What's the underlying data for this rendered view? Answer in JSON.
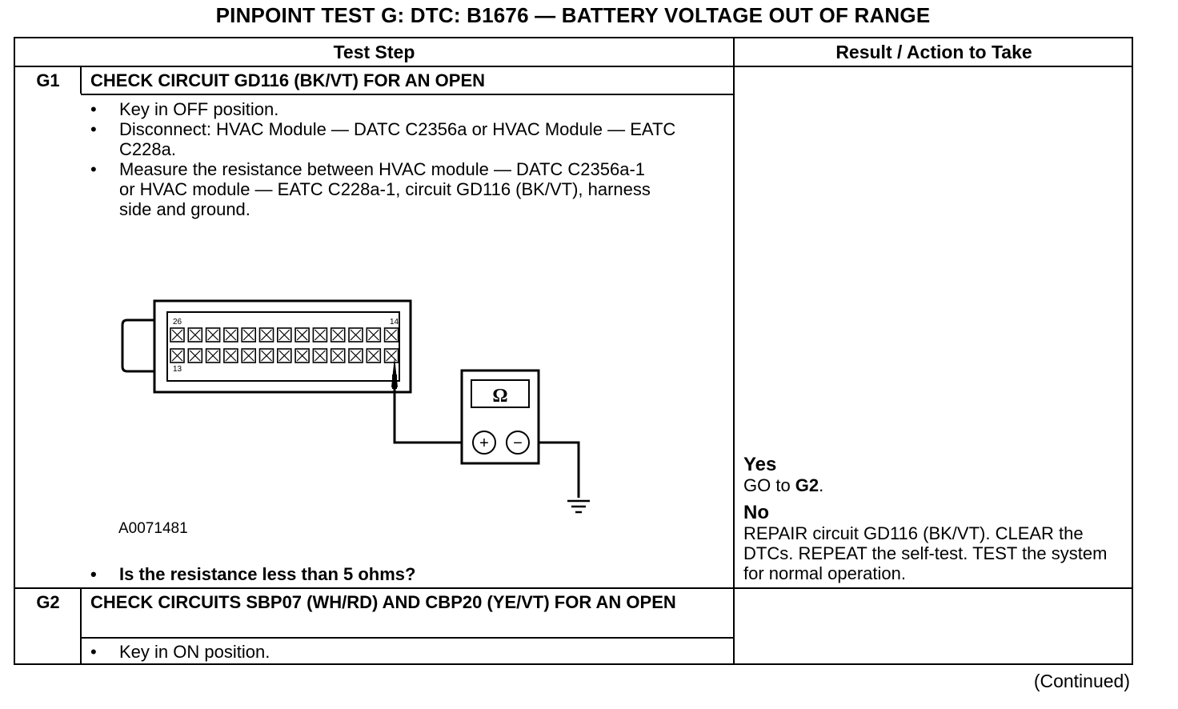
{
  "title": "PINPOINT TEST  G: DTC: B1676 — BATTERY VOLTAGE OUT OF RANGE",
  "headers": {
    "test_step": "Test Step",
    "result": "Result / Action to Take"
  },
  "steps": [
    {
      "id": "G1",
      "title": "CHECK CIRCUIT GD116 (BK/VT) FOR AN OPEN",
      "bullets": [
        "Key in OFF position.",
        "Disconnect: HVAC Module — DATC C2356a or HVAC Module — EATC C228a.",
        "Measure the resistance between HVAC module — DATC C2356a-1 or HVAC module — EATC C228a-1, circuit GD116 (BK/VT), harness side and ground."
      ],
      "question": "Is the resistance less than 5 ohms?",
      "figure_id": "A0071481",
      "diagram": {
        "pin_top": "26",
        "pin_top_right": "14",
        "pin_bottom": "13",
        "meter_symbol": "Ω",
        "plus": "+",
        "minus": "−"
      },
      "result": {
        "yes_label": "Yes",
        "yes_text_prefix": "GO to ",
        "yes_text_bold": "G2",
        "yes_text_suffix": ".",
        "no_label": "No",
        "no_text": "REPAIR circuit GD116 (BK/VT). CLEAR the DTCs. REPEAT the self-test. TEST the system for normal operation."
      }
    },
    {
      "id": "G2",
      "title": "CHECK CIRCUITS SBP07 (WH/RD) AND CBP20 (YE/VT) FOR AN OPEN",
      "bullets": [
        "Key in ON position."
      ]
    }
  ],
  "continued": "(Continued)"
}
